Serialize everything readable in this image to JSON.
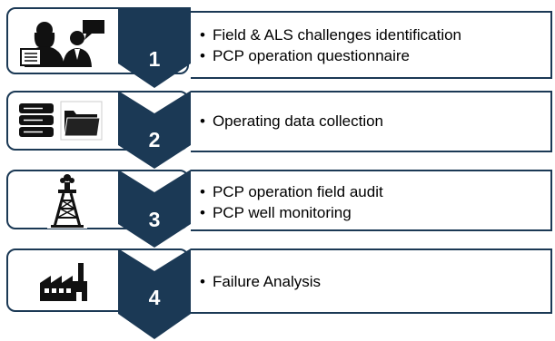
{
  "colors": {
    "navy": "#1b3955",
    "border": "#1b3955"
  },
  "steps": [
    {
      "number": "1",
      "icon": "business-meeting-icon",
      "bullets": [
        "Field & ALS challenges identification",
        "PCP operation questionnaire"
      ]
    },
    {
      "number": "2",
      "icon": "server-and-folder-icon",
      "bullets": [
        "Operating data collection"
      ]
    },
    {
      "number": "3",
      "icon": "oil-derrick-icon",
      "bullets": [
        "PCP operation field audit",
        "PCP well monitoring"
      ]
    },
    {
      "number": "4",
      "icon": "factory-icon",
      "bullets": [
        "Failure Analysis"
      ]
    }
  ]
}
